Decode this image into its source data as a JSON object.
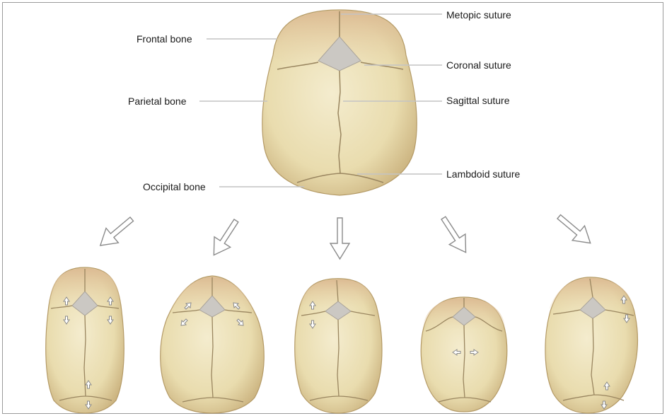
{
  "labels": {
    "frontal_bone": "Frontal bone",
    "parietal_bone": "Parietal bone",
    "occipital_bone": "Occipital bone",
    "metopic_suture": "Metopic suture",
    "coronal_suture": "Coronal suture",
    "sagittal_suture": "Sagittal suture",
    "lambdoid_suture": "Lambdoid suture"
  },
  "colors": {
    "bone_light": "#f1e7c3",
    "bone_mid": "#e6d8a6",
    "bone_shadow": "#b59d68",
    "frontal_tint": "#e3c79f",
    "fontanelle": "#c9c6c1",
    "suture": "#8c7a58",
    "leader_line": "#bdbdbd",
    "arrow_stroke": "#8a8a8a"
  },
  "icons": {
    "large_arrows": "hollow-arrow-icon",
    "small_arrows": "double-arrow-icon"
  }
}
